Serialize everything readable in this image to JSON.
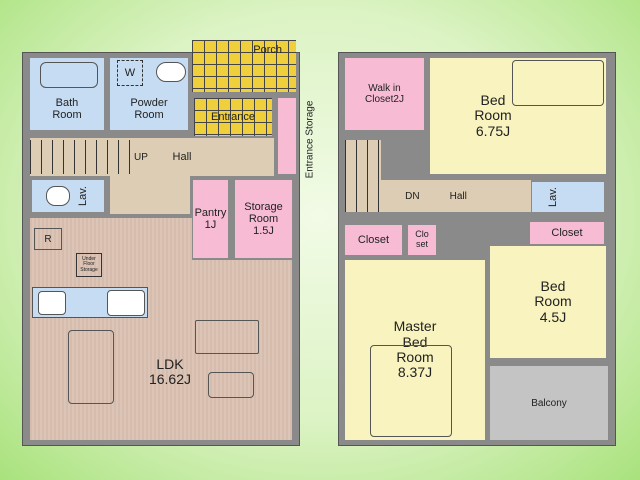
{
  "floor1": {
    "rooms": {
      "bath": "Bath\nRoom",
      "powder": "Powder\nRoom",
      "washer": "W",
      "porch": "Porch",
      "entrance": "Entrance",
      "hall": "Hall",
      "up": "UP",
      "lav": "Lav.",
      "pantry": "Pantry\n1J",
      "storage": "Storage\nRoom\n1.5J",
      "ldk": "LDK\n16.62J",
      "fridge": "R",
      "under_floor": "Under\nFloor\nStorage"
    },
    "entrance_storage_label": "Entrance Storage"
  },
  "floor2": {
    "rooms": {
      "walkin": "Walk in\nCloset2J",
      "bed1": "Bed\nRoom\n6.75J",
      "dn": "DN",
      "hall": "Hall",
      "lav": "Lav.",
      "closet1": "Closet",
      "closet2": "Clo\nset",
      "closet3": "Closet",
      "master": "Master\nBed\nRoom\n8.37J",
      "bed2": "Bed\nRoom\n4.5J",
      "balcony": "Balcony"
    }
  },
  "colors": {
    "bath": "#c6dcf2",
    "storage": "#f7bcd4",
    "bedroom": "#f8f3bf",
    "hall": "#dccdb4",
    "porch": "#f0cf3c",
    "balcony": "#c4c4c4"
  }
}
